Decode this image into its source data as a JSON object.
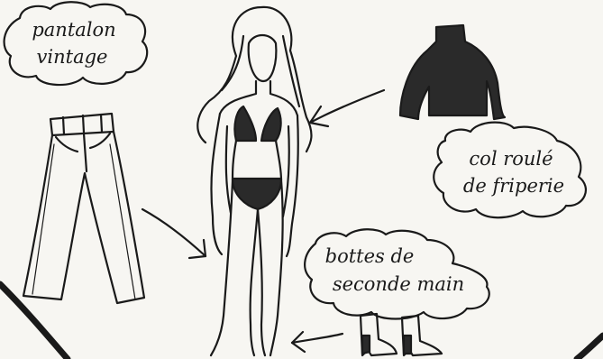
{
  "labels": {
    "pants": [
      "pantalon",
      "vintage"
    ],
    "turtleneck": [
      "col roulé",
      "de friperie"
    ],
    "boots": [
      "bottes de",
      "seconde main"
    ]
  },
  "colors": {
    "ink": "#1a1a1a",
    "paper": "#f7f6f2",
    "garment_dark": "#2a2a2a"
  },
  "icons": {
    "pants": "pants-drawing",
    "turtleneck": "turtleneck-drawing",
    "boots": "boots-drawing",
    "figure": "woman-figure-drawing"
  }
}
